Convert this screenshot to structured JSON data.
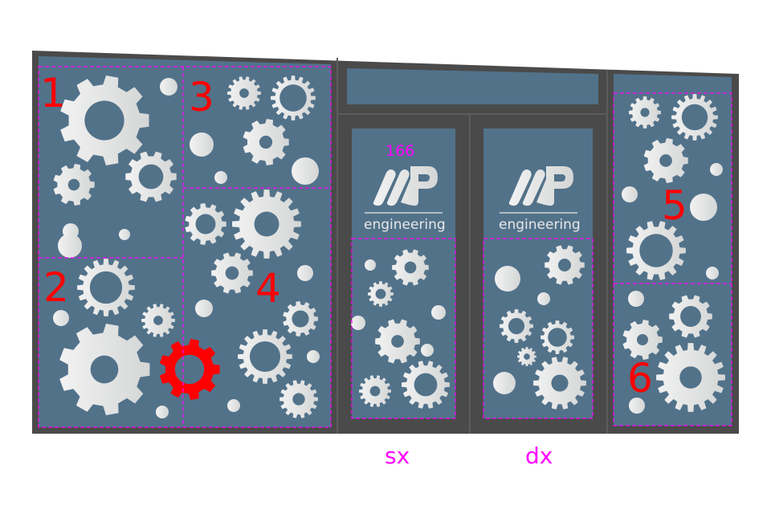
{
  "colors": {
    "frame": "#4a4a4a",
    "glass": "#52728a",
    "gear": "#e6e7e7",
    "highlight": "#ff0000",
    "guide": "#ff00ff"
  },
  "zones": [
    {
      "label": "1"
    },
    {
      "label": "2"
    },
    {
      "label": "3"
    },
    {
      "label": "4"
    },
    {
      "label": "5"
    },
    {
      "label": "6"
    }
  ],
  "door_left": {
    "measure": "166",
    "logo_text": "MP",
    "brand": "engineering",
    "caption": "sx"
  },
  "door_right": {
    "logo_text": "MP",
    "brand": "engineering",
    "caption": "dx"
  }
}
